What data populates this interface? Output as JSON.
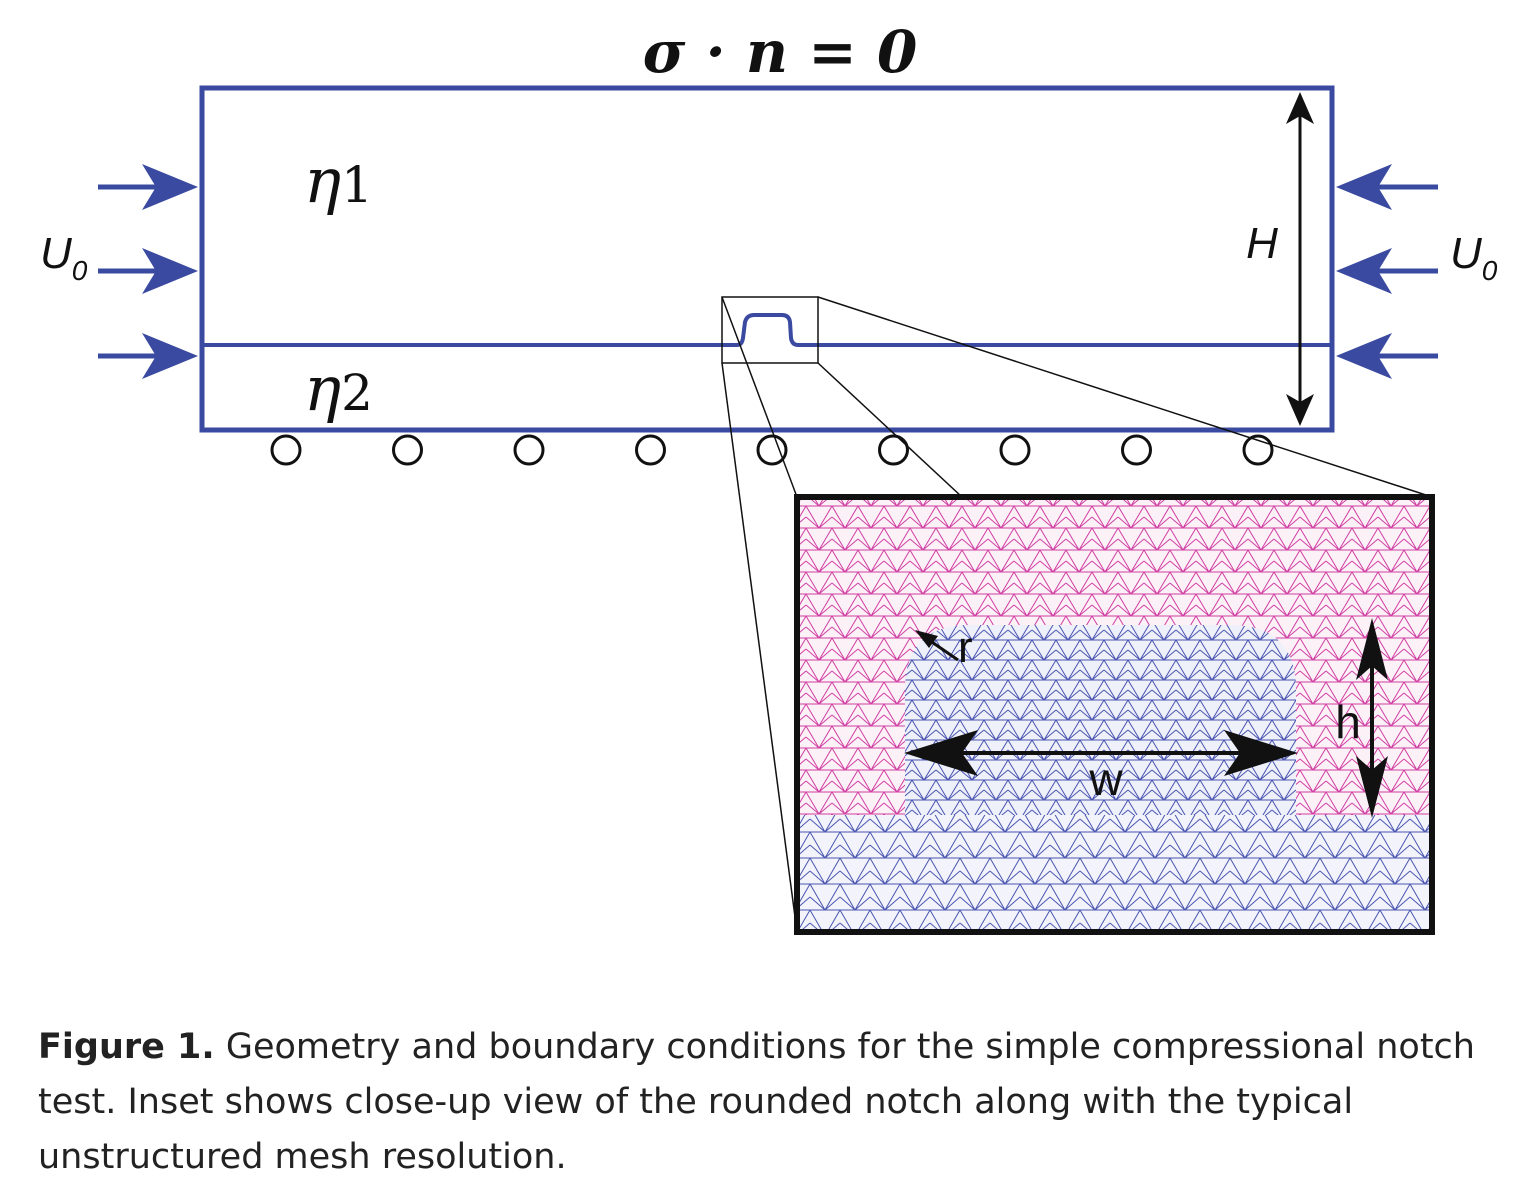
{
  "colors": {
    "geometry": "#3a4aa0",
    "upper_mesh": "#cf3fa2",
    "lower_mesh": "#4a55b0",
    "annotation": "#111111"
  },
  "diagram": {
    "boundary_condition_top": "σ · n = 0",
    "layer_upper_label": "η",
    "layer_upper_sub": "1",
    "layer_lower_label": "η",
    "layer_lower_sub": "2",
    "velocity_left": "U",
    "velocity_left_sub": "0",
    "velocity_right": "U",
    "velocity_right_sub": "0",
    "height_label": "H",
    "roller_count": 9
  },
  "inset": {
    "radius_label": "r",
    "notch_height_label": "h",
    "notch_width_label": "w"
  },
  "caption": {
    "figure_number": "Figure 1.",
    "text": "Geometry and boundary conditions for the simple compressional notch test. Inset shows close-up view of the rounded notch along with the typical unstructured mesh resolution."
  }
}
